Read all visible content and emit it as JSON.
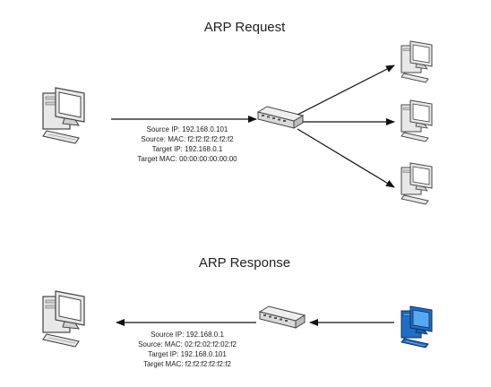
{
  "request": {
    "title": "ARP Request",
    "fields": {
      "source_ip": "Source IP: 192.168.0.101",
      "source_mac": "Source: MAC: f2:f2:f2:f2:f2:f2",
      "target_ip": "Target IP: 192.168.0.1",
      "target_mac": "Target MAC: 00:00:00:00:00:00"
    }
  },
  "response": {
    "title": "ARP Response",
    "fields": {
      "source_ip": "Source IP: 192.168.0.1",
      "source_mac": "Source: MAC: 02:f2:02:f2:02:f2",
      "target_ip": "Target IP: 192.168.0.101",
      "target_mac": "Target MAC:  f2:f2:f2:f2:f2:f2"
    }
  },
  "colors": {
    "computer": "#e8e8e8",
    "computer_outline": "#444444",
    "responder": "#1f6fc4",
    "screen": "#ffffff",
    "responder_screen": "#56a8f0",
    "switch": "#d9d9d9",
    "arrow": "#111111"
  },
  "icons": {
    "computer": "desktop-computer-icon",
    "switch": "network-switch-icon",
    "responding_computer": "desktop-computer-icon"
  }
}
